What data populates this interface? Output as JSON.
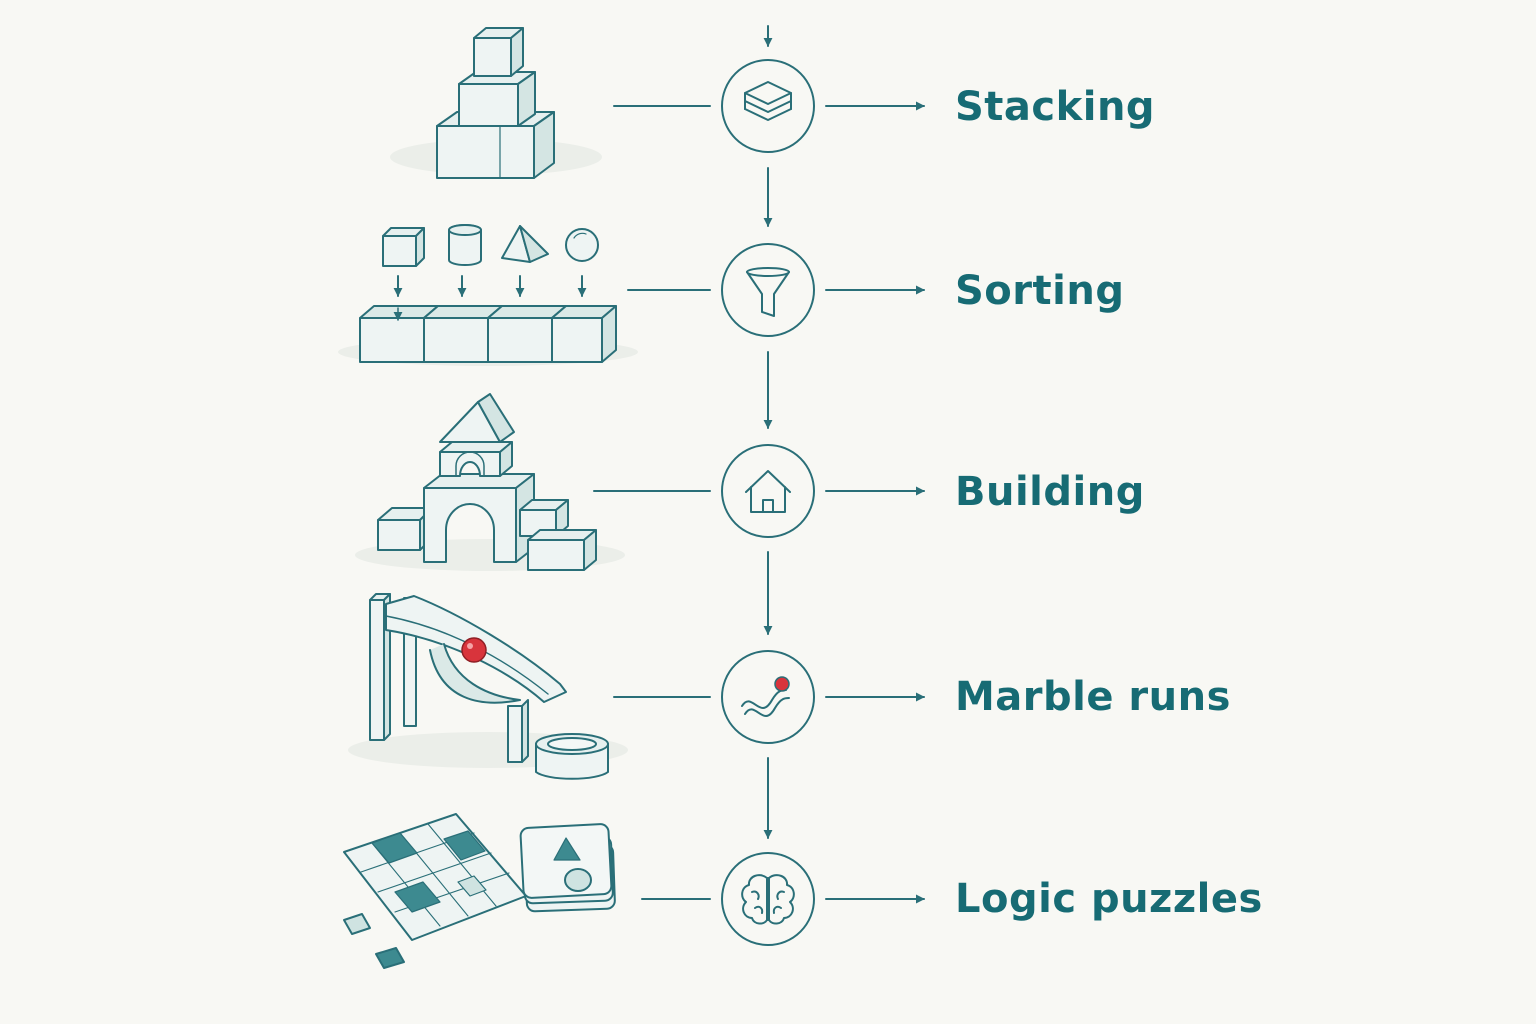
{
  "diagram": {
    "colors": {
      "line": "#2a6f78",
      "label": "#176b74",
      "fill_light": "#e6f0ef",
      "fill_mid": "#cfe3e1",
      "fill_dark": "#3d8a90",
      "marble": "#d8343c",
      "background": "#f8f8f4"
    },
    "stages": [
      {
        "id": "stacking",
        "label": "Stacking",
        "icon": "layers-icon",
        "illustration": "stacked-blocks"
      },
      {
        "id": "sorting",
        "label": "Sorting",
        "icon": "funnel-icon",
        "illustration": "shape-sorter-boxes"
      },
      {
        "id": "building",
        "label": "Building",
        "icon": "house-icon",
        "illustration": "block-castle"
      },
      {
        "id": "marble-runs",
        "label": "Marble runs",
        "icon": "marble-track-icon",
        "illustration": "marble-run-track"
      },
      {
        "id": "logic-puzzles",
        "label": "Logic puzzles",
        "icon": "brain-icon",
        "illustration": "grid-puzzle-and-cards"
      }
    ]
  }
}
